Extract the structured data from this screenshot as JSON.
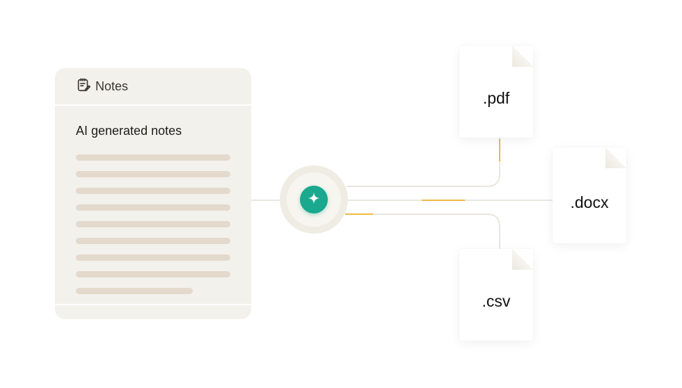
{
  "notes_card": {
    "icon": "notepad-icon",
    "title": "Notes",
    "heading": "AI generated notes",
    "placeholder_line_count": 9
  },
  "hub": {
    "icon": "sparkle-icon",
    "color": "#1aa88e"
  },
  "outputs": [
    {
      "label": ".pdf"
    },
    {
      "label": ".docx"
    },
    {
      "label": ".csv"
    }
  ],
  "colors": {
    "card_bg": "#f3f1ec",
    "placeholder_line": "#e3d9cc",
    "accent_line": "#f0b842",
    "connector": "#e9e6df"
  }
}
